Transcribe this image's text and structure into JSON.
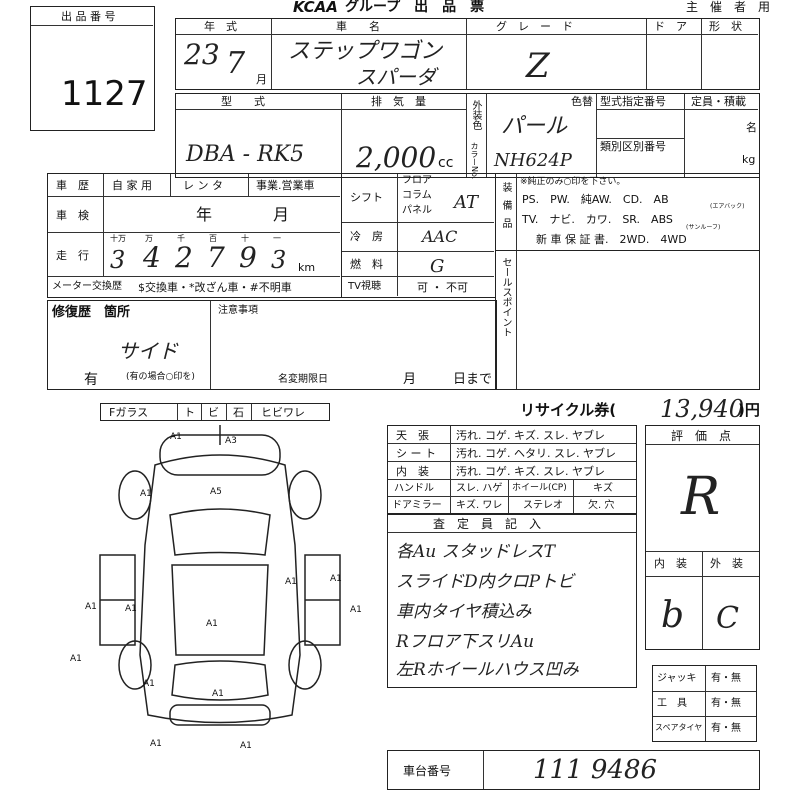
{
  "header": {
    "brand": "KCAA",
    "title": "グループ　出　品　票",
    "organizer": "主　催　者　用"
  },
  "lot": {
    "label": "出 品 番 号",
    "number": "1127"
  },
  "row1": {
    "year_label": "年　式",
    "name_label": "車　　名",
    "grade_label": "グ　レ　ー　ド",
    "door_label": "ド　ア",
    "shape_label": "形　状",
    "month_suffix": "月",
    "year_value": "23",
    "month_value": "7",
    "model_name": "ステップワゴン",
    "model_sub": "スパーダ",
    "grade": "Z"
  },
  "row2": {
    "type_label": "型　　式",
    "disp_label": "排　気　量",
    "ext_color_label": "外装色",
    "color_code_label": "カラーNo.",
    "color_change": "色替",
    "type_cert": "型式指定番号",
    "class_no": "類別区別番号",
    "capacity": "定員・積載",
    "unit_m": "名",
    "unit_kg": "kg",
    "cc": "cc",
    "type_value": "DBA - RK5",
    "disp_value": "2,000",
    "color_value": "パール",
    "color_code": "NH624P"
  },
  "history": {
    "label": "車　歴",
    "private": "自 家 用",
    "rental": "レ ン タ",
    "business": "事業.営業車",
    "inspection_label": "車　検",
    "year": "年",
    "month": "月",
    "mileage_label": "走　行",
    "units": [
      "十万",
      "万",
      "千",
      "百",
      "十",
      "一"
    ],
    "km": "km",
    "digits": [
      "3",
      "4",
      "2",
      "7",
      "9",
      "3"
    ],
    "meter_label": "メーター交換歴",
    "meter_opts": "$交換車・*改ざん車・#不明車"
  },
  "shift": {
    "label": "シフト",
    "floor": "フロア",
    "column": "コラム",
    "panel": "パネル",
    "value": "AT"
  },
  "ac": {
    "label": "冷　房",
    "value": "AAC"
  },
  "fuel": {
    "label": "燃　料",
    "value": "G"
  },
  "tv": {
    "label": "TV視聴",
    "value": "可 ・ 不可"
  },
  "equip": {
    "label": "装備品",
    "note": "※純正のみ○印を下さい。",
    "line1": "PS.　PW.　純AW.　CD.　AB",
    "line1_note": "(エアバック)",
    "line2": "TV.　ナビ.　カワ.　SR.　ABS",
    "line2_note": "(サンルーフ)",
    "line3": "新 車 保 証 書.　2WD.　4WD"
  },
  "sales_point": {
    "label": "セールスポイント"
  },
  "repair": {
    "label": "修復歴　箇所",
    "value": "サイド",
    "note": "(有の場合○印を)",
    "mark": "有"
  },
  "notes": {
    "label": "注意事項",
    "deadline": "名変期限日",
    "month": "月",
    "day": "日まで"
  },
  "glass": {
    "items": [
      "Fガラス",
      "ト",
      "ビ",
      "石",
      "ヒビワレ"
    ]
  },
  "recycle": {
    "label": "リサイクル券(",
    "value": "13,940",
    "yen": ")円"
  },
  "condition": {
    "rows": [
      {
        "label": "天　張",
        "opts": "汚れ. コゲ. キズ. スレ. ヤブレ"
      },
      {
        "label": "シ ー ト",
        "opts": "汚れ. コゲ. ヘタリ. スレ. ヤブレ"
      },
      {
        "label": "内　装",
        "opts": "汚れ. コゲ. キズ. スレ. ヤブレ"
      }
    ],
    "handle": "ハンドル",
    "handle_opts": "スレ. ハゲ",
    "wheel": "ホイール(CP)",
    "wheel_val": "キズ",
    "mirror": "ドアミラー",
    "mirror_opts": "キズ. ワレ",
    "stereo": "ステレオ",
    "stereo_opts": "欠. 穴"
  },
  "inspector": {
    "label": "査　定　員　記　入",
    "lines": [
      "各Au スタッドレスT",
      "スライドD内クロPトビ",
      "車内タイヤ積込み",
      "Rフロア下スリAu",
      "左Rホイールハウス凹み"
    ]
  },
  "score": {
    "label": "評　価　点",
    "value": "R",
    "interior_label": "内　装",
    "exterior_label": "外　装",
    "interior": "b",
    "exterior": "C"
  },
  "tools": {
    "rows": [
      {
        "label": "ジャッキ",
        "opts": "有・無"
      },
      {
        "label": "工　具",
        "opts": "有・無"
      },
      {
        "label": "スペアタイヤ",
        "opts": "有・無"
      }
    ]
  },
  "chassis": {
    "label": "車台番号",
    "value": "111 9486"
  },
  "damage_marks": [
    "A1",
    "A3",
    "A1",
    "A5",
    "A1",
    "A1",
    "A1",
    "A1",
    "A1",
    "A1",
    "A1",
    "A1",
    "A1",
    "A1",
    "A1"
  ]
}
